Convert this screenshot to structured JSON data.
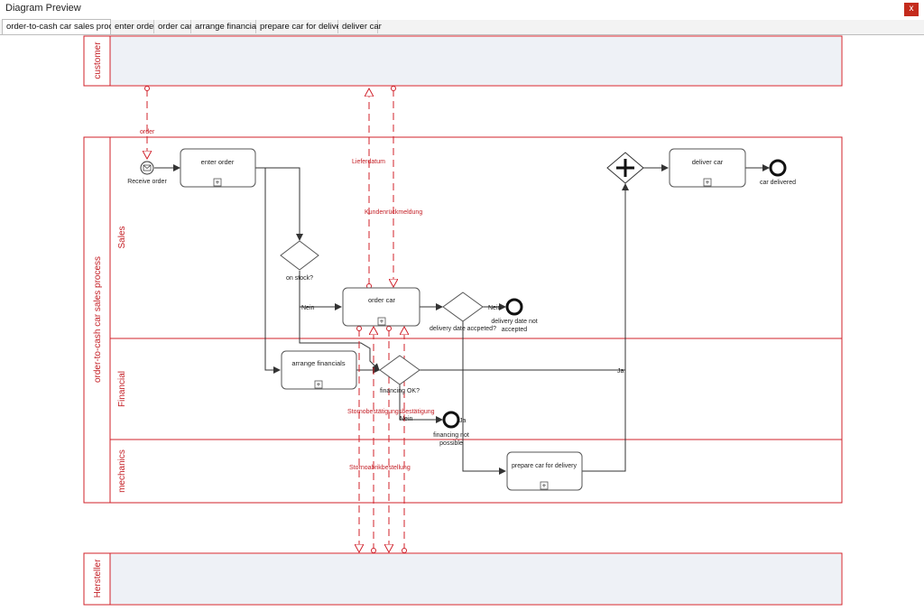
{
  "window": {
    "title": "Diagram Preview",
    "close_label": "x"
  },
  "tabs": [
    {
      "label": "order-to-cash car sales process",
      "active": true
    },
    {
      "label": "enter order",
      "active": false
    },
    {
      "label": "order car",
      "active": false
    },
    {
      "label": "arrange financials",
      "active": false
    },
    {
      "label": "prepare car for delivery",
      "active": false
    },
    {
      "label": "deliver car",
      "active": false
    }
  ],
  "pools": {
    "customer": "customer",
    "process": "order-to-cash car sales process",
    "manufacturer": "Hersteller"
  },
  "lanes": {
    "sales": "Sales",
    "financial": "Financial",
    "mechanics": "mechanics"
  },
  "tasks": {
    "enter_order": "enter order",
    "order_car": "order car",
    "arrange_financials": "arrange financials",
    "prepare_car": "prepare car for delivery",
    "deliver_car": "deliver car"
  },
  "events": {
    "receive_order": "Receive order",
    "financing_not_possible": [
      "financing not",
      "possible"
    ],
    "delivery_not_accepted": [
      "delivery date not",
      "accepted"
    ],
    "car_delivered": "car delivered"
  },
  "gateways": {
    "on_stock": "on stock?",
    "financing_ok": "financing OK?",
    "delivery_date_accepted": "delivery date accpeted?"
  },
  "flow_labels": {
    "nein": "Nein",
    "ja": "Ja"
  },
  "messages": {
    "order": "order",
    "liefer": "Lieferdatum",
    "kunden": "Kundenrückmeldung",
    "storno_bestaetigung": "Stornobestätigungsbestätigung",
    "storno_abbestellung": "Stornoabrikbestellung"
  },
  "colors": {
    "pool_border": "#d0202a",
    "message_flow": "#d0202a",
    "seq_flow": "#333333",
    "pool_fill": "#eef1f6"
  }
}
